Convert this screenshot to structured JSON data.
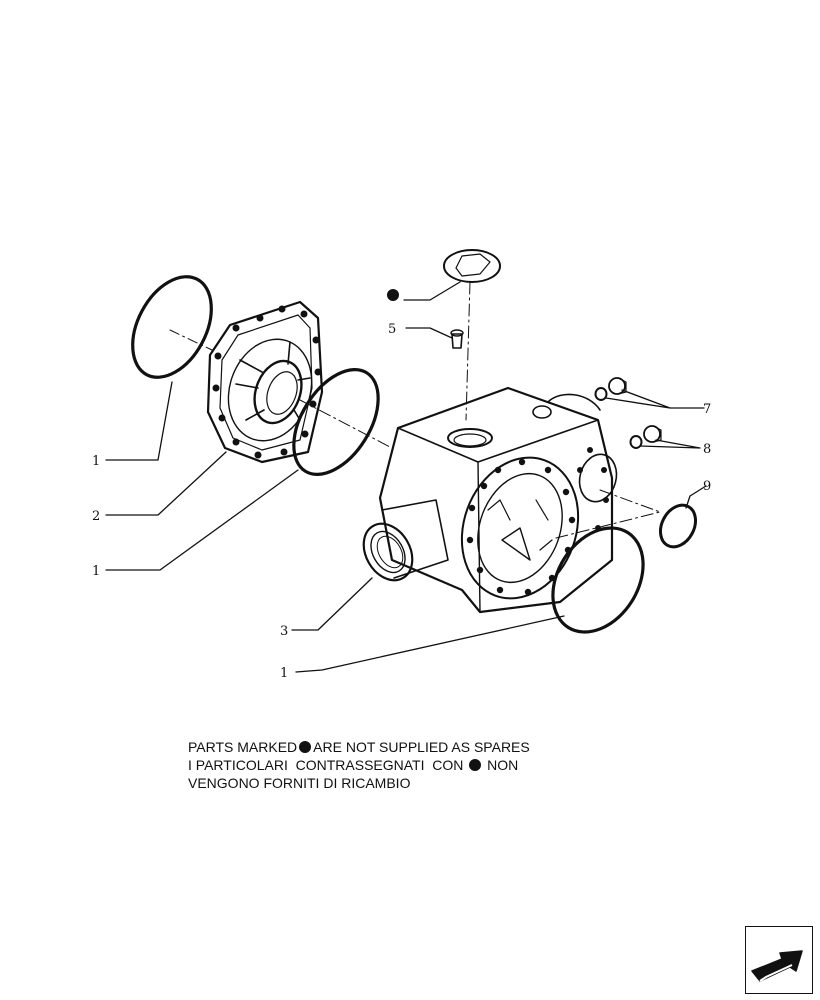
{
  "callouts": {
    "c1a": "1",
    "c2": "2",
    "c1b": "1",
    "c3": "3",
    "c1c": "1",
    "c5": "5",
    "c7": "7",
    "c8": "8",
    "c9": "9"
  },
  "note": {
    "line1_a": "PARTS MARKED",
    "line1_b": "ARE NOT SUPPLIED AS SPARES",
    "line2_a": "I PARTICOLARI  CONTRASSEGNATI  CON",
    "line2_b": " NON",
    "line3": "VENGONO FORNITI DI RICAMBIO"
  },
  "icons": {
    "marker": "filled-circle",
    "nav": "next-page-arrow-icon"
  }
}
